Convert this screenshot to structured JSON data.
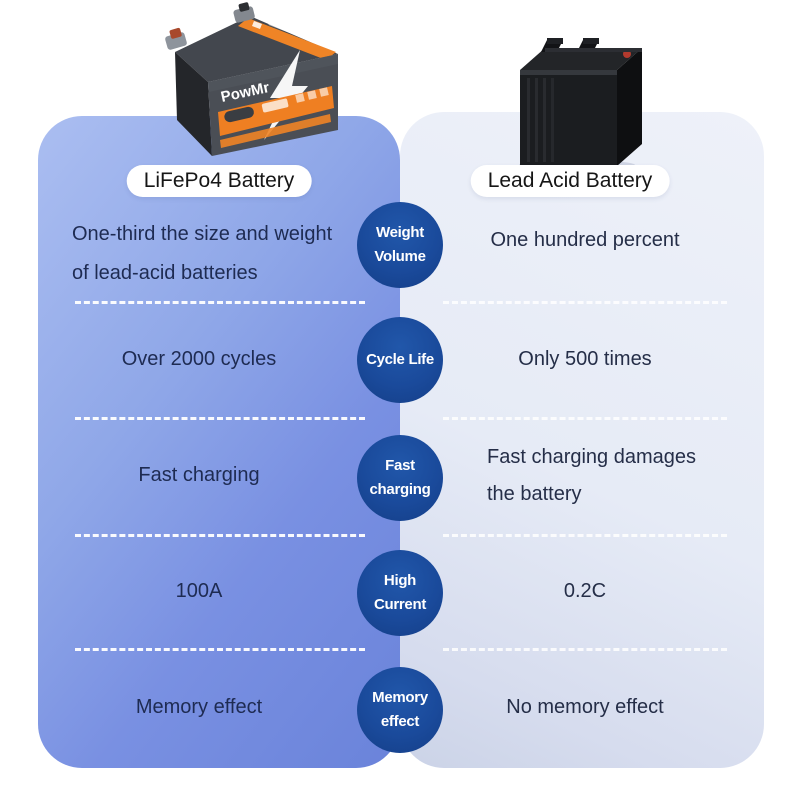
{
  "header": {
    "left_product_label": "LiFePo4 Battery",
    "right_product_label": "Lead Acid Battery",
    "left_battery_brand": "PowMr"
  },
  "comparison": {
    "categories": [
      {
        "badge": [
          "Weight",
          "Volume"
        ],
        "left": [
          "One-third the size and weight",
          "of lead-acid batteries"
        ],
        "right": [
          "One hundred percent",
          ""
        ]
      },
      {
        "badge": [
          "Cycle Life",
          ""
        ],
        "left": [
          "Over 2000 cycles",
          ""
        ],
        "right": [
          "Only 500 times",
          ""
        ]
      },
      {
        "badge": [
          "Fast",
          "charging"
        ],
        "left": [
          "Fast charging",
          ""
        ],
        "right": [
          "Fast charging damages",
          "the battery"
        ]
      },
      {
        "badge": [
          "High",
          "Current"
        ],
        "left": [
          "100A",
          ""
        ],
        "right": [
          "0.2C",
          ""
        ]
      },
      {
        "badge": [
          "Memory",
          "effect"
        ],
        "left": [
          "Memory effect",
          ""
        ],
        "right": [
          "No memory effect",
          ""
        ]
      }
    ]
  },
  "colors": {
    "left_panel_top": "#abbef1",
    "left_panel_bottom": "#6a83da",
    "right_panel_top": "#eef1f9",
    "right_panel_bottom": "#cbd3e7",
    "badge_blue": "#1a4a9b",
    "left_text": "#1e2b52",
    "right_text": "#252e48",
    "battery_label_orange": "#ef7f22",
    "separator": "#ffffff"
  }
}
